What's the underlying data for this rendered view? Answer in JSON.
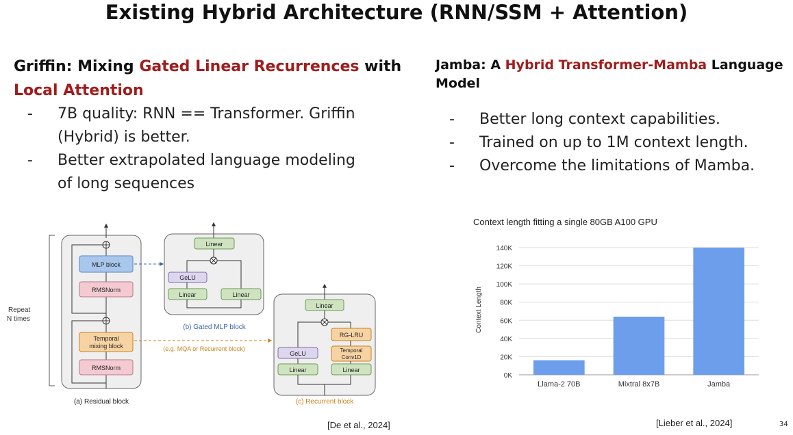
{
  "slide": {
    "title": "Existing Hybrid Architecture (RNN/SSM + Attention)",
    "page_number": "34"
  },
  "left": {
    "heading_part1": "Griffin: Mixing ",
    "heading_highlight1": "Gated Linear Recurrences",
    "heading_part2": " with",
    "heading_highlight2": "Local Attention",
    "bullets": [
      {
        "line1": "7B quality: RNN == Transformer. Griffin",
        "line2": "(Hybrid) is better."
      },
      {
        "line1": "Better extrapolated language modeling",
        "line2": "of long sequences"
      }
    ],
    "citation": "[De et al., 2024]",
    "diagram": {
      "repeat_label_1": "Repeat",
      "repeat_label_2": "N times",
      "residual": {
        "mlp_block": "MLP block",
        "rmsnorm_top": "RMSNorm",
        "temporal_1": "Temporal",
        "temporal_2": "mixing block",
        "rmsnorm_bottom": "RMSNorm",
        "caption": "(a) Residual block"
      },
      "gated_mlp": {
        "linear_top": "Linear",
        "gelu": "GeLU",
        "linear_left": "Linear",
        "linear_right": "Linear",
        "caption": "(b) Gated MLP block"
      },
      "recurrent": {
        "linear_top": "Linear",
        "rg_lru": "RG-LRU",
        "temporal_1": "Temporal",
        "temporal_2": "Conv1D",
        "gelu": "GeLU",
        "linear_left": "Linear",
        "linear_right": "Linear",
        "caption": "(c) Recurrent block"
      },
      "connector_label": "(e.g. MQA or Recurrent block)"
    }
  },
  "right": {
    "heading_part1": "Jamba: A ",
    "heading_highlight": "Hybrid Transformer-Mamba",
    "heading_part2": " Language",
    "heading_line2": "Model",
    "bullets": [
      "Better long context capabilities.",
      "Trained on up to 1M context length.",
      "Overcome the limitations of Mamba."
    ],
    "citation": "[Lieber et al., 2024]"
  },
  "chart_data": {
    "type": "bar",
    "title": "Context length fitting a single 80GB A100 GPU",
    "xlabel": "",
    "ylabel": "Context Length",
    "categories": [
      "Llama-2 70B",
      "Mixtral 8x7B",
      "Jamba"
    ],
    "values": [
      16000,
      64000,
      140000
    ],
    "ylim": [
      0,
      140000
    ],
    "yticks": [
      "0K",
      "20K",
      "40K",
      "60K",
      "80K",
      "100K",
      "120K",
      "140K"
    ],
    "bar_color": "#6d9eeb",
    "grid": true,
    "legend": "none"
  }
}
